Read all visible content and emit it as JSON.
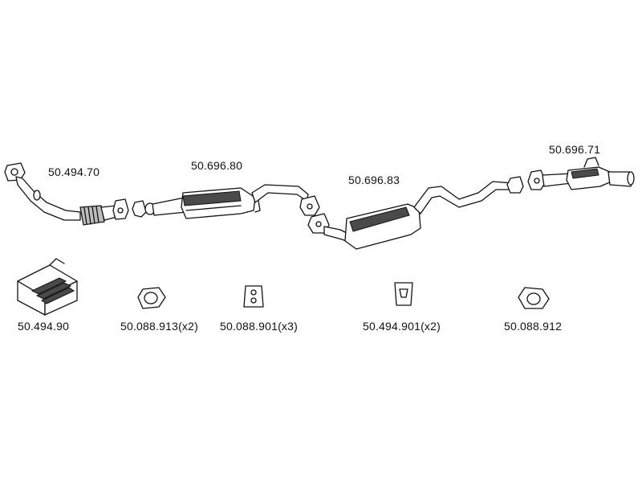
{
  "parts": [
    {
      "id": "front-pipe",
      "part_number": "50.494.70"
    },
    {
      "id": "catalytic-converter",
      "part_number": "50.696.80"
    },
    {
      "id": "middle-silencer",
      "part_number": "50.696.83"
    },
    {
      "id": "rear-silencer",
      "part_number": "50.696.71"
    }
  ],
  "accessories": [
    {
      "id": "mounting-kit",
      "part_number": "50.494.90"
    },
    {
      "id": "gasket-a",
      "part_number": "50.088.913(x2)"
    },
    {
      "id": "rubber-hanger-a",
      "part_number": "50.088.901(x3)"
    },
    {
      "id": "rubber-hanger-b",
      "part_number": "50.494.901(x2)"
    },
    {
      "id": "gasket-b",
      "part_number": "50.088.912"
    }
  ]
}
